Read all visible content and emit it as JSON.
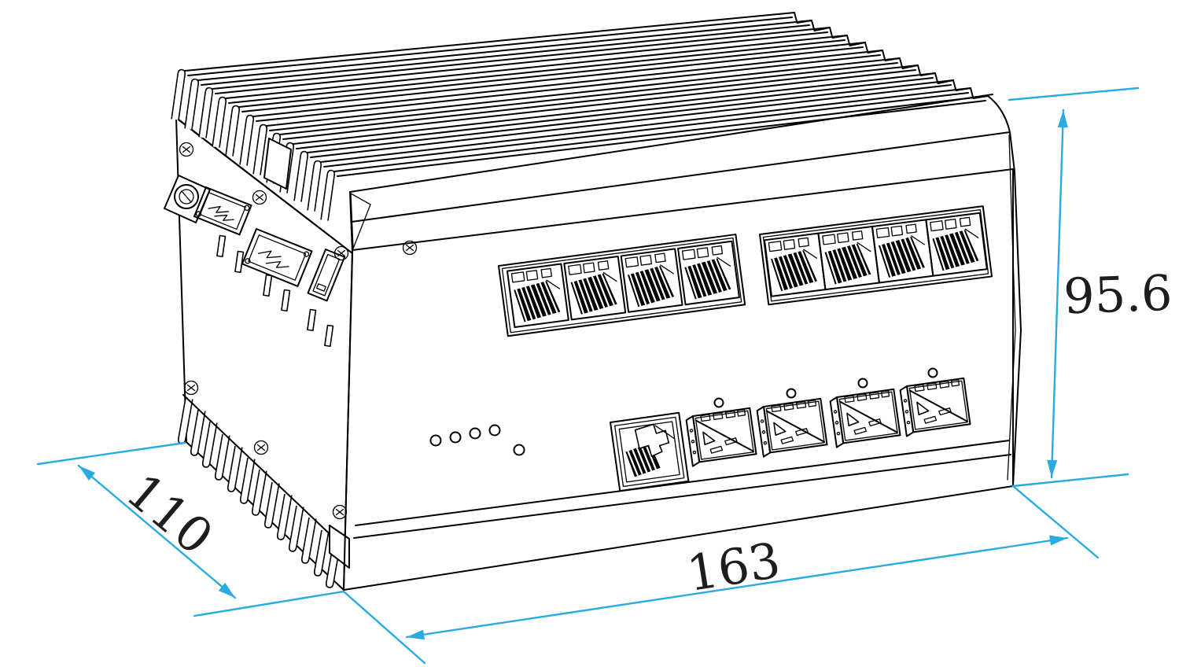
{
  "diagram": {
    "background": "#FFFFFF",
    "line_color": "#000000",
    "accent_color": "#29ABE2",
    "dimensions": {
      "depth": {
        "label": "110"
      },
      "width": {
        "label": "163"
      },
      "height": {
        "label": "95.6"
      }
    },
    "device": {
      "rj45_ports": 8,
      "sfp_ports": 4,
      "console_ports": 1,
      "status_leds": 5,
      "sfp_leds": 4,
      "heatsink_fins": 12,
      "terminal_blocks": 2
    }
  }
}
